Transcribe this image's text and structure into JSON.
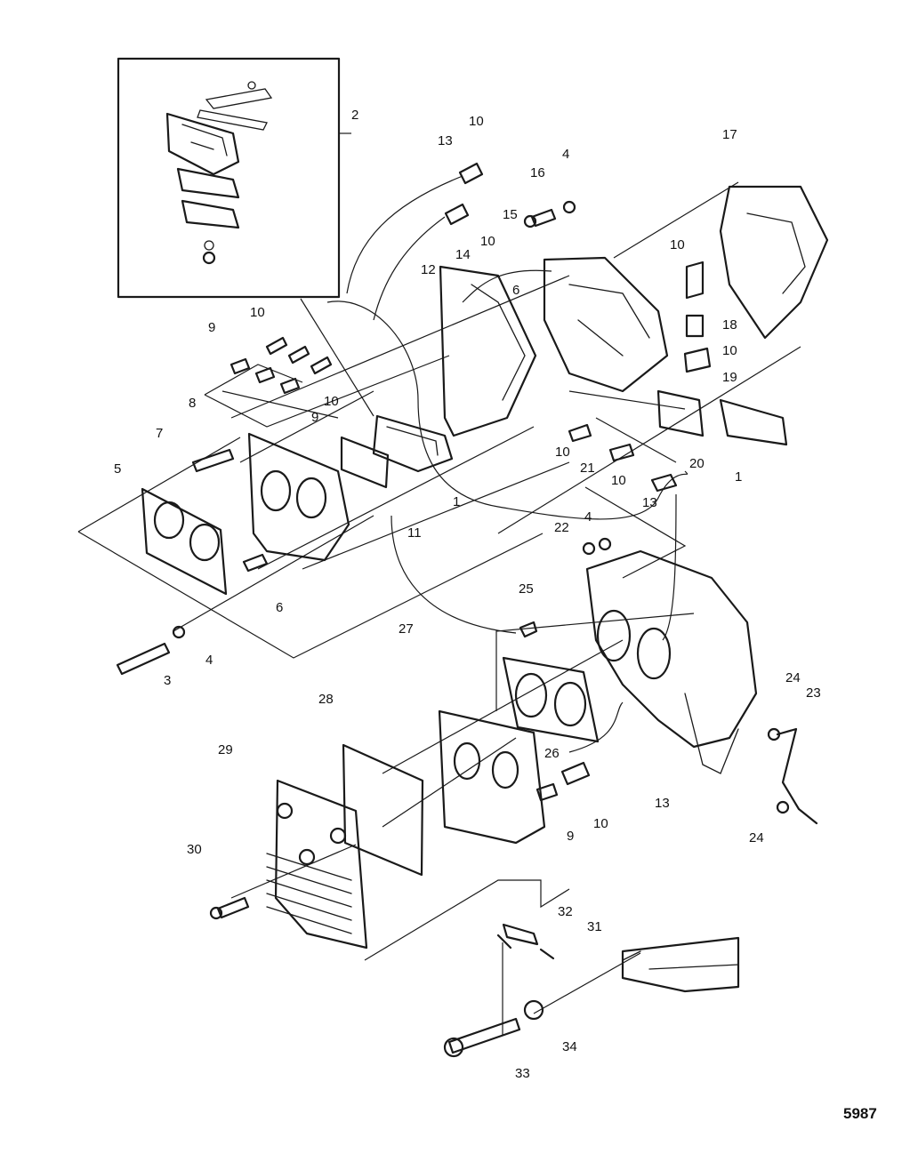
{
  "callouts": [
    {
      "id": "c2",
      "label": "2"
    },
    {
      "id": "c10a",
      "label": "10"
    },
    {
      "id": "c13a",
      "label": "13"
    },
    {
      "id": "c17",
      "label": "17"
    },
    {
      "id": "c16",
      "label": "16"
    },
    {
      "id": "c4a",
      "label": "4"
    },
    {
      "id": "c15",
      "label": "15"
    },
    {
      "id": "c10b",
      "label": "10"
    },
    {
      "id": "c14",
      "label": "14"
    },
    {
      "id": "c12",
      "label": "12"
    },
    {
      "id": "c10c",
      "label": "10"
    },
    {
      "id": "c6a",
      "label": "6"
    },
    {
      "id": "c18",
      "label": "18"
    },
    {
      "id": "c10d",
      "label": "10"
    },
    {
      "id": "c19",
      "label": "19"
    },
    {
      "id": "c10e",
      "label": "10"
    },
    {
      "id": "c9a",
      "label": "9"
    },
    {
      "id": "c10f",
      "label": "10"
    },
    {
      "id": "c9b",
      "label": "9"
    },
    {
      "id": "c8",
      "label": "8"
    },
    {
      "id": "c7",
      "label": "7"
    },
    {
      "id": "c5",
      "label": "5"
    },
    {
      "id": "c10g",
      "label": "10"
    },
    {
      "id": "c21",
      "label": "21"
    },
    {
      "id": "c20",
      "label": "20"
    },
    {
      "id": "c1a",
      "label": "1"
    },
    {
      "id": "c10h",
      "label": "10"
    },
    {
      "id": "c1b",
      "label": "1"
    },
    {
      "id": "c13b",
      "label": "13"
    },
    {
      "id": "c11",
      "label": "11"
    },
    {
      "id": "c22",
      "label": "22"
    },
    {
      "id": "c4b",
      "label": "4"
    },
    {
      "id": "c6b",
      "label": "6"
    },
    {
      "id": "c25",
      "label": "25"
    },
    {
      "id": "c4c",
      "label": "4"
    },
    {
      "id": "c3",
      "label": "3"
    },
    {
      "id": "c27",
      "label": "27"
    },
    {
      "id": "c28",
      "label": "28"
    },
    {
      "id": "c24a",
      "label": "24"
    },
    {
      "id": "c23",
      "label": "23"
    },
    {
      "id": "c29",
      "label": "29"
    },
    {
      "id": "c26",
      "label": "26"
    },
    {
      "id": "c13c",
      "label": "13"
    },
    {
      "id": "c9c",
      "label": "9"
    },
    {
      "id": "c10i",
      "label": "10"
    },
    {
      "id": "c24b",
      "label": "24"
    },
    {
      "id": "c30",
      "label": "30"
    },
    {
      "id": "c32",
      "label": "32"
    },
    {
      "id": "c31",
      "label": "31"
    },
    {
      "id": "c34",
      "label": "34"
    },
    {
      "id": "c33",
      "label": "33"
    }
  ],
  "figure_number": "5987"
}
